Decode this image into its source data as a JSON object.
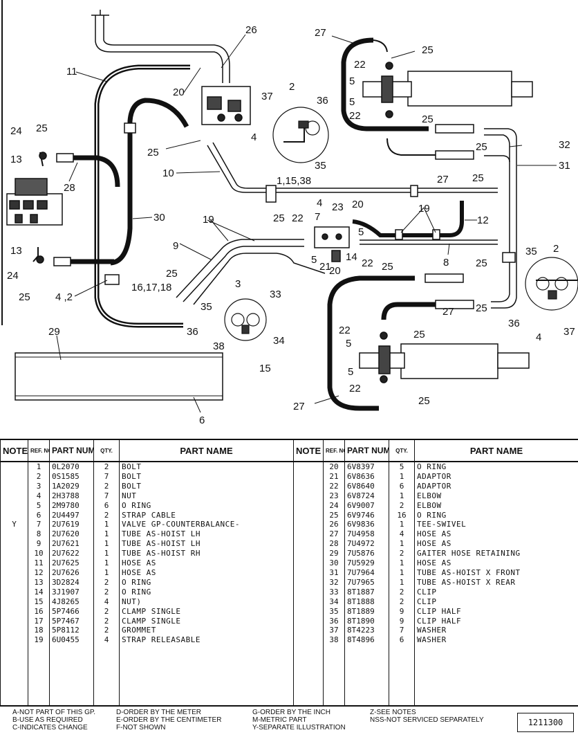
{
  "callouts": [
    "1",
    "2",
    "3",
    "4",
    "5",
    "6",
    "7",
    "8",
    "9",
    "10",
    "11",
    "12",
    "13",
    "14",
    "15",
    "16",
    "17",
    "18",
    "19",
    "20",
    "21",
    "22",
    "23",
    "24",
    "25",
    "26",
    "27",
    "28",
    "29",
    "30",
    "31",
    "32",
    "33",
    "34",
    "35",
    "36",
    "37",
    "38",
    "1,15,38",
    "4 ,2",
    "16,17,18"
  ],
  "table": {
    "headers": {
      "note": "NOTE",
      "ref_no": "REF. NO.",
      "part_number": "PART NUMBER",
      "qty": "QTY.",
      "part_name": "PART NAME"
    },
    "left_rows": [
      {
        "note": "",
        "ref": "1",
        "pn": "0L2070",
        "qty": "2",
        "name": "BOLT"
      },
      {
        "note": "",
        "ref": "2",
        "pn": "0S1585",
        "qty": "7",
        "name": "BOLT"
      },
      {
        "note": "",
        "ref": "3",
        "pn": "1A2029",
        "qty": "2",
        "name": "BOLT"
      },
      {
        "note": "",
        "ref": "4",
        "pn": "2H3788",
        "qty": "7",
        "name": "NUT"
      },
      {
        "note": "",
        "ref": "5",
        "pn": "2M9780",
        "qty": "6",
        "name": "O RING"
      },
      {
        "note": "",
        "ref": "6",
        "pn": "2U4497",
        "qty": "2",
        "name": "STRAP CABLE"
      },
      {
        "note": "Y",
        "ref": "7",
        "pn": "2U7619",
        "qty": "1",
        "name": "VALVE GP-COUNTERBALANCE-"
      },
      {
        "note": "",
        "ref": "8",
        "pn": "2U7620",
        "qty": "1",
        "name": "TUBE AS-HOIST LH"
      },
      {
        "note": "",
        "ref": "9",
        "pn": "2U7621",
        "qty": "1",
        "name": "TUBE AS-HOIST LH"
      },
      {
        "note": "",
        "ref": "10",
        "pn": "2U7622",
        "qty": "1",
        "name": "TUBE AS-HOIST RH"
      },
      {
        "note": "",
        "ref": "11",
        "pn": "2U7625",
        "qty": "1",
        "name": "HOSE AS"
      },
      {
        "note": "",
        "ref": "12",
        "pn": "2U7626",
        "qty": "1",
        "name": "HOSE AS"
      },
      {
        "note": "",
        "ref": "13",
        "pn": "3D2824",
        "qty": "2",
        "name": "O RING"
      },
      {
        "note": "",
        "ref": "14",
        "pn": "3J1907",
        "qty": "2",
        "name": "O RING"
      },
      {
        "note": "",
        "ref": "15",
        "pn": "4J8265",
        "qty": "4",
        "name": "NUT)"
      },
      {
        "note": "",
        "ref": "16",
        "pn": "5P7466",
        "qty": "2",
        "name": "CLAMP SINGLE"
      },
      {
        "note": "",
        "ref": "17",
        "pn": "5P7467",
        "qty": "2",
        "name": "CLAMP SINGLE"
      },
      {
        "note": "",
        "ref": "18",
        "pn": "5P8112",
        "qty": "2",
        "name": "GROMMET"
      },
      {
        "note": "",
        "ref": "19",
        "pn": "6U0455",
        "qty": "4",
        "name": "STRAP RELEASABLE"
      }
    ],
    "right_rows": [
      {
        "note": "",
        "ref": "20",
        "pn": "6V8397",
        "qty": "5",
        "name": "O RING"
      },
      {
        "note": "",
        "ref": "21",
        "pn": "6V8636",
        "qty": "1",
        "name": "ADAPTOR"
      },
      {
        "note": "",
        "ref": "22",
        "pn": "6V8640",
        "qty": "6",
        "name": "ADAPTOR"
      },
      {
        "note": "",
        "ref": "23",
        "pn": "6V8724",
        "qty": "1",
        "name": "ELBOW"
      },
      {
        "note": "",
        "ref": "24",
        "pn": "6V9007",
        "qty": "2",
        "name": "ELBOW"
      },
      {
        "note": "",
        "ref": "25",
        "pn": "6V9746",
        "qty": "16",
        "name": "O RING"
      },
      {
        "note": "",
        "ref": "26",
        "pn": "6V9836",
        "qty": "1",
        "name": "TEE-SWIVEL"
      },
      {
        "note": "",
        "ref": "27",
        "pn": "7U4958",
        "qty": "4",
        "name": "HOSE AS"
      },
      {
        "note": "",
        "ref": "28",
        "pn": "7U4972",
        "qty": "1",
        "name": "HOSE AS"
      },
      {
        "note": "",
        "ref": "29",
        "pn": "7U5876",
        "qty": "2",
        "name": "GAITER HOSE RETAINING"
      },
      {
        "note": "",
        "ref": "30",
        "pn": "7U5929",
        "qty": "1",
        "name": "HOSE AS"
      },
      {
        "note": "",
        "ref": "31",
        "pn": "7U7964",
        "qty": "1",
        "name": "TUBE AS-HOIST X FRONT"
      },
      {
        "note": "",
        "ref": "32",
        "pn": "7U7965",
        "qty": "1",
        "name": "TUBE AS-HOIST X REAR"
      },
      {
        "note": "",
        "ref": "33",
        "pn": "8T1887",
        "qty": "2",
        "name": "CLIP"
      },
      {
        "note": "",
        "ref": "34",
        "pn": "8T1888",
        "qty": "2",
        "name": "CLIP"
      },
      {
        "note": "",
        "ref": "35",
        "pn": "8T1889",
        "qty": "9",
        "name": "CLIP HALF"
      },
      {
        "note": "",
        "ref": "36",
        "pn": "8T1890",
        "qty": "9",
        "name": "CLIP HALF"
      },
      {
        "note": "",
        "ref": "37",
        "pn": "8T4223",
        "qty": "7",
        "name": "WASHER"
      },
      {
        "note": "",
        "ref": "38",
        "pn": "8T4896",
        "qty": "6",
        "name": "WASHER"
      }
    ]
  },
  "footer": {
    "col1": [
      "A-NOT PART OF THIS GP.",
      "B-USE AS REQUIRED",
      "C-INDICATES CHANGE"
    ],
    "col2": [
      "D-ORDER BY THE METER",
      "E-ORDER BY THE CENTIMETER",
      "F-NOT SHOWN"
    ],
    "col3": [
      "G-ORDER BY THE INCH",
      "M-METRIC PART",
      "Y-SEPARATE ILLUSTRATION"
    ],
    "col4": [
      "Z-SEE NOTES",
      "NSS-NOT SERVICED SEPARATELY"
    ],
    "illustration_number": "1211300"
  }
}
